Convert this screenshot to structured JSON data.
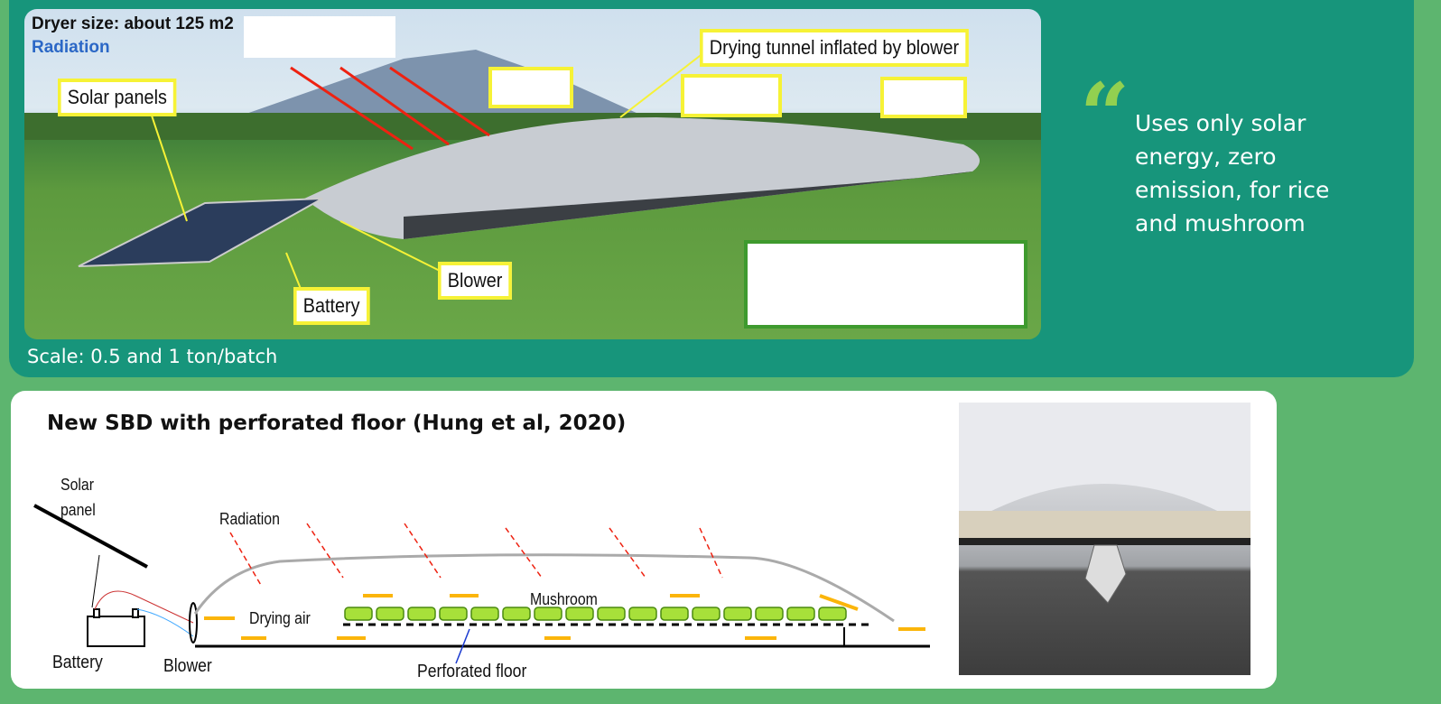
{
  "top": {
    "overlap_text_a": "Dryer size: about 125 m2",
    "overlap_text_b": "Radiation",
    "labels": {
      "solar_panels": "Solar panels",
      "tunnel": "Drying tunnel inflated by blower",
      "blower": "Blower",
      "battery": "Battery"
    },
    "scale": "Scale: 0.5 and 1 ton/batch",
    "quote_mark": "“",
    "quote": "Uses only solar energy, zero emission, for rice and mushroom"
  },
  "bottom": {
    "title": "New SBD with perforated floor (Hung et al, 2020)",
    "diagram": {
      "solar_panel": "Solar panel",
      "battery": "Battery",
      "blower": "Blower",
      "radiation": "Radiation",
      "drying_air": "Drying air",
      "mushroom": "Mushroom",
      "perforated_floor": "Perforated  floor"
    }
  },
  "colors": {
    "teal": "#17957b",
    "green": "#5db56f",
    "accent": "#92d050",
    "label_border": "#f6f236"
  }
}
